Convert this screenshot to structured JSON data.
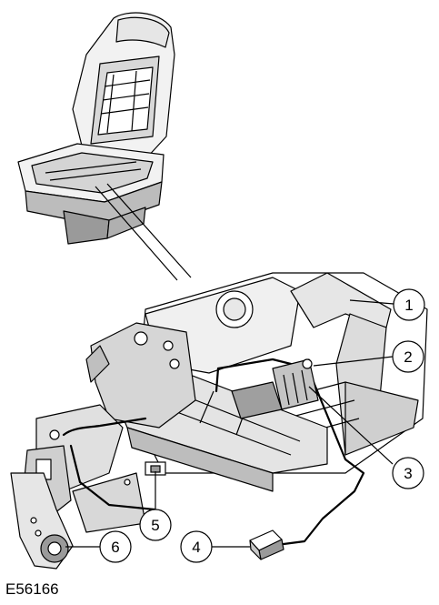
{
  "figure_ref": "E56166",
  "callouts": [
    {
      "label": "1",
      "part": "callout-1"
    },
    {
      "label": "2",
      "part": "callout-2"
    },
    {
      "label": "3",
      "part": "callout-3"
    },
    {
      "label": "4",
      "part": "callout-4"
    },
    {
      "label": "5",
      "part": "callout-5"
    },
    {
      "label": "6",
      "part": "callout-6"
    }
  ],
  "colors": {
    "line": "#000000",
    "light_fill": "#e8e8e8",
    "mid_fill": "#c8c8c8",
    "dark_fill": "#9a9a9a",
    "background": "#ffffff"
  }
}
